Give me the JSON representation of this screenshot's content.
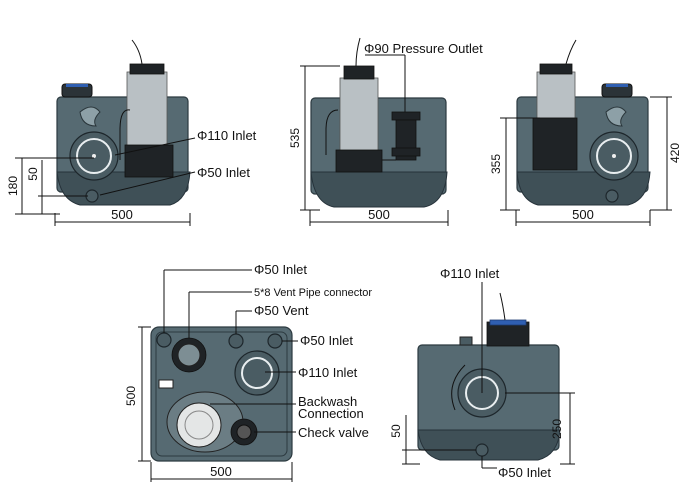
{
  "views": {
    "front": {
      "labels": {
        "inlet110": "Φ110 Inlet",
        "inlet50": "Φ50 Inlet"
      },
      "dims": {
        "width": "500",
        "h180": "180",
        "h50": "50"
      }
    },
    "center": {
      "labels": {
        "outlet": "Φ90 Pressure Outlet"
      },
      "dims": {
        "width": "500",
        "h535": "535"
      }
    },
    "side": {
      "dims": {
        "width": "500",
        "h355": "355",
        "h420": "420"
      }
    },
    "top": {
      "labels": {
        "inlet50_top": "Φ50 Inlet",
        "vent_pipe": "5*8 Vent Pipe connector",
        "vent50": "Φ50 Vent",
        "inlet50_right": "Φ50 Inlet",
        "inlet110": "Φ110 Inlet",
        "backwash1": "Backwash",
        "backwash2": "Connection",
        "check_valve": "Check valve"
      },
      "dims": {
        "width": "500",
        "height": "500"
      }
    },
    "back": {
      "labels": {
        "inlet110": "Φ110 Inlet",
        "inlet50": "Φ50 Inlet"
      },
      "dims": {
        "h250": "250",
        "h50": "50"
      }
    }
  },
  "colors": {
    "tank": "#566a72",
    "steel": "#b9c0c4",
    "accent": "#2f5fb2"
  }
}
